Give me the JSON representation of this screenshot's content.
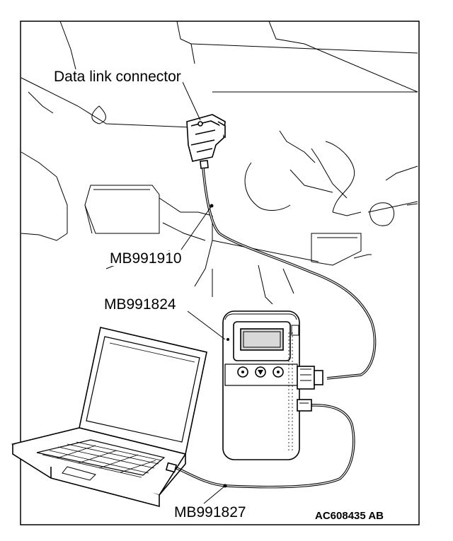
{
  "labels": {
    "data_link_connector": "Data link connector",
    "mb991910": "MB991910",
    "mb991824": "MB991824",
    "mb991827": "MB991827"
  },
  "figure_code": "AC608435 AB",
  "parts": [
    {
      "id": "data-link-connector",
      "name": "Data link connector"
    },
    {
      "id": "mb991910",
      "name": "MB991910"
    },
    {
      "id": "mb991824",
      "name": "MB991824"
    },
    {
      "id": "mb991827",
      "name": "MB991827"
    }
  ],
  "colors": {
    "line": "#000000",
    "paper": "#ffffff",
    "screen": "#d8d8d8"
  }
}
